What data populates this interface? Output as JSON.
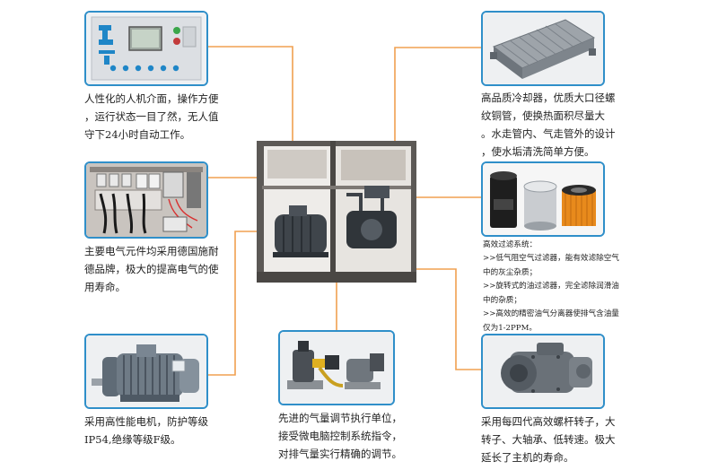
{
  "colors": {
    "frame": "#2f8fc9",
    "connector": "#f0a050"
  },
  "captions": {
    "hmi": "人性化的人机介面，操作方便\n，运行状态一目了然，无人值\n守下24小时自动工作。",
    "electrical": "主要电气元件均采用德国施耐\n德品牌，极大的提高电气的使\n用寿命。",
    "motor": "采用高性能电机，防护等级\nIP54,绝缘等级F级。",
    "valve": "先进的气量调节执行单位，\n接受微电脑控制系统指令，\n对排气量实行精确的调节。",
    "cooler": "高品质冷却器，优质大口径螺\n纹铜管，使换热面积尽量大\n。水走管内、气走管外的设计\n，使水垢清洗简单方便。",
    "filters_title": "高效过滤系统：",
    "filters_1": ">>低气阻空气过滤器，能有效滤除空气\n中的灰尘杂质；",
    "filters_2": ">>旋转式的油过滤器，完全滤除润滑油\n中的杂质；",
    "filters_3": ">>高效的精密油气分离器使排气含油量\n仅为1-2PPM。",
    "rotor": "采用每四代高效螺杆转子，大\n转子、大轴承、低转速。极大\n延长了主机的寿命。"
  }
}
